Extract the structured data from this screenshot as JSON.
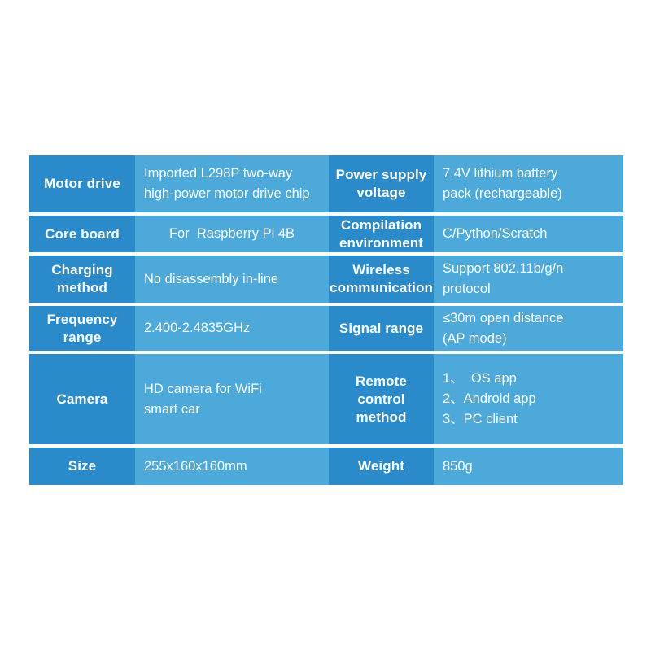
{
  "colors": {
    "page_background": "#ffffff",
    "label_cell_background": "#2b8aca",
    "value_cell_background": "#4da9da",
    "text": "#ffffff"
  },
  "spec_table": {
    "rows": [
      {
        "label1": "Motor drive",
        "value1": "Imported L298P two-way\nhigh-power motor drive chip",
        "label2": "Power supply\nvoltage",
        "value2": "7.4V lithium battery\npack (rechargeable)"
      },
      {
        "label1": "Core board",
        "value1": "For  Raspberry Pi 4B",
        "label2": "Compilation\nenvironment",
        "value2": "C/Python/Scratch"
      },
      {
        "label1": "Charging\nmethod",
        "value1": "No disassembly in-line",
        "label2": "Wireless\ncommunication",
        "value2": "Support 802.11b/g/n\nprotocol"
      },
      {
        "label1": "Frequency\nrange",
        "value1": "2.400-2.4835GHz",
        "label2": "Signal range",
        "value2": "≤30m open distance\n(AP mode)"
      },
      {
        "label1": "Camera",
        "value1": "HD camera for WiFi\nsmart car",
        "label2": "Remote\ncontrol\nmethod",
        "value2": "1、  OS app\n2、Android app\n3、PC client"
      },
      {
        "label1": "Size",
        "value1": "255x160x160mm",
        "label2": "Weight",
        "value2": "850g"
      }
    ]
  }
}
